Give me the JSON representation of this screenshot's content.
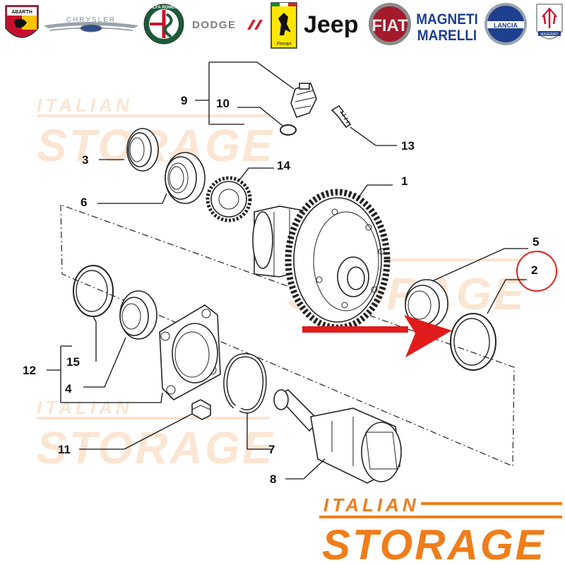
{
  "brands": {
    "abarth": "ABARTH",
    "chrysler": "CHRYSLER",
    "alfa_romeo": "ALFA ROMEO",
    "dodge": "DODGE",
    "ferrari": "Ferrari",
    "jeep": "Jeep",
    "fiat": "FIAT",
    "magneti_marelli_line1": "MAGNETI",
    "magneti_marelli_line2": "MARELLI",
    "lancia": "LANCIA",
    "maserati": "MASERATI"
  },
  "watermark": {
    "line1": "ITALIAN",
    "line2": "STORAGE"
  },
  "footer_logo": {
    "line1": "ITALIAN",
    "line2": "STORAGE"
  },
  "callouts": {
    "c1": "1",
    "c2": "2",
    "c3": "3",
    "c4": "4",
    "c5": "5",
    "c6": "6",
    "c7": "7",
    "c8": "8",
    "c9": "9",
    "c10": "10",
    "c11": "11",
    "c12": "12",
    "c13": "13",
    "c14": "14",
    "c15": "15"
  },
  "highlighted_part": "2",
  "colors": {
    "brand_orange": "#f07d1a",
    "watermark_orange": "#fbe3cf",
    "highlight_red": "#e02020",
    "arrow_red": "#e01b1b"
  }
}
